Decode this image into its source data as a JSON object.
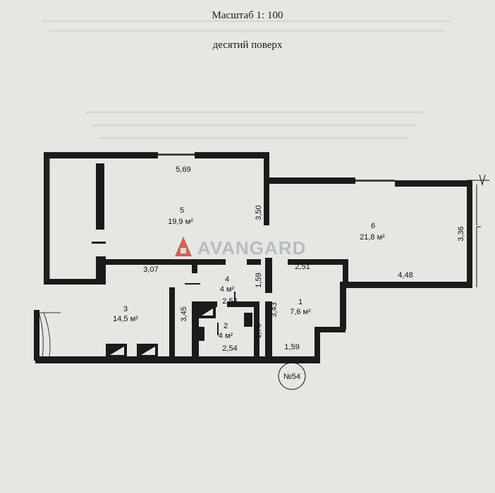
{
  "header": {
    "scale": "Масштаб 1: 100",
    "floor": "десятий поверх"
  },
  "watermark": {
    "text": "AVANGARD",
    "color": "#c94a3d"
  },
  "rooms": [
    {
      "number": "1",
      "area": "7,6 м²"
    },
    {
      "number": "2",
      "area": "4 м²"
    },
    {
      "number": "3",
      "area": "14,5 м²"
    },
    {
      "number": "4",
      "area": "4 м²"
    },
    {
      "number": "5",
      "area": "19,9 м²"
    },
    {
      "number": "6",
      "area": "21,8 м²"
    }
  ],
  "dimensions": {
    "d569": "5,69",
    "d350": "3,50",
    "d336": "3,36",
    "d307": "3,07",
    "d251": "2,51",
    "d448": "4,48",
    "d159a": "1,59",
    "d254a": "2,54",
    "d343": "3,43",
    "d345": "3,45",
    "d176": "1,76",
    "d254b": "2,54",
    "d159b": "1,59"
  },
  "apartment_label": "№54"
}
